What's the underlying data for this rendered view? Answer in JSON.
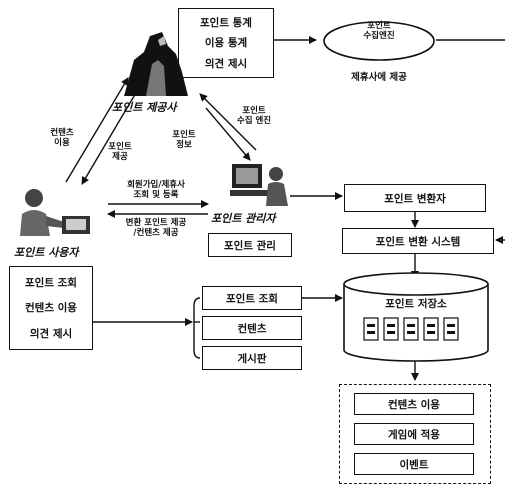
{
  "provider": {
    "menu": [
      "포인트 통계",
      "이용 통계",
      "의견 제시"
    ],
    "title": "포인트 제공사"
  },
  "engine": {
    "name_line1": "포인트",
    "name_line2": "수집엔진",
    "caption": "제휴사에 제공"
  },
  "user": {
    "title": "포인트 사용자",
    "menu": [
      "포인트 조회",
      "컨텐츠 이용",
      "의견 제시"
    ]
  },
  "manager": {
    "title": "포인트 관리자",
    "box": "포인트 관리"
  },
  "edge_labels": {
    "contents_use": [
      "컨텐츠",
      "이용"
    ],
    "point_provide": [
      "포인트",
      "제공"
    ],
    "point_info": [
      "포인트",
      "정보"
    ],
    "engine_to_manager": [
      "포인트",
      "수집 엔진"
    ],
    "register": [
      "회원가입/제휴사",
      "조회 및 등록"
    ],
    "convert_provide": [
      "변환 포인트 제공",
      "/컨텐츠 제공"
    ]
  },
  "converter": "포인트 변환자",
  "convert_system": "포인트 변환 시스템",
  "portal": [
    "포인트 조회",
    "컨텐츠",
    "게시판"
  ],
  "store": {
    "title": "포인트 저장소"
  },
  "services": [
    "컨텐츠 이용",
    "게임에 적용",
    "이벤트"
  ]
}
